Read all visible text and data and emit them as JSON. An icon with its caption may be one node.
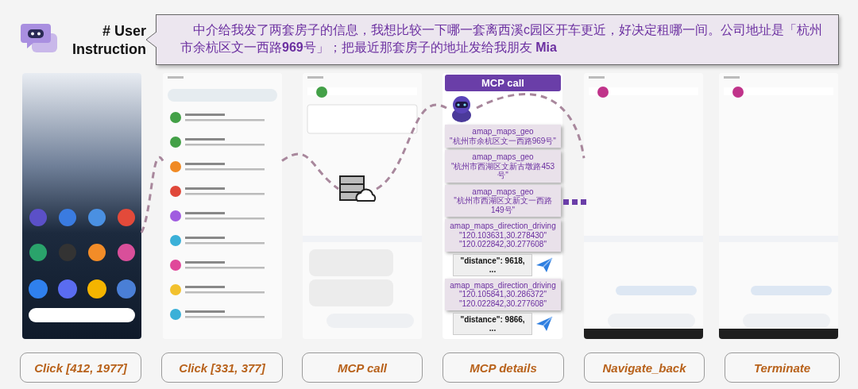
{
  "diagram": {
    "nodes": [
      {
        "text": [
          "中介给我发了两套房子的信息，我想比较一下哪一套离西溪c园区开车更近，好决定租哪一间。公司地址是「杭州市余杭区文一西路**969**号」；把最近那套房子的地址发给我朋友 **Mia**"
        ]
      },
      {
        "text": [],
        "shape": "picture"
      },
      {
        "text": [],
        "shape": "picture"
      },
      {
        "text": [],
        "shape": "picture"
      },
      {
        "text": [],
        "shape": "picture"
      },
      {
        "text": [],
        "shape": "picture"
      },
      {
        "text": [],
        "shape": "picture",
        "in": 3
      },
      {
        "text": [
          "MCP call"
        ]
      },
      {
        "text": [],
        "shape": "picture"
      },
      {
        "text": [
          "amap_maps_geo",
          "\"杭州市余杭区文一西路969号\""
        ]
      },
      {
        "text": [
          "amap_maps_geo",
          "\"杭州市西湖区文新古墩路453号\""
        ]
      },
      {
        "text": [
          "amap_maps_geo",
          "\"杭州市西湖区文新文一西路149号\""
        ]
      },
      {
        "text": [
          "amap_maps_direction_driving",
          "\"120.103631,30.278430\"",
          "\"120.022842,30.277608\""
        ]
      },
      {
        "text": [
          "\"distance\": 9618, ..."
        ]
      },
      {
        "text": [
          "amap_maps_direction_driving",
          "\"120.105841,30.286372\"",
          "\"120.022842,30.277608\""
        ]
      },
      {
        "text": [
          "\"distance\": 9866, ..."
        ]
      },
      {
        "text": [
          "Click [412, 1977]"
        ]
      },
      {
        "text": [
          "Click [331, 377]"
        ]
      },
      {
        "text": [
          "MCP call"
        ]
      },
      {
        "text": [
          "MCP details"
        ]
      },
      {
        "text": [
          "Navigate_back"
        ]
      },
      {
        "text": [
          "Terminate"
        ]
      }
    ],
    "edges": [
      {
        "from": 1,
        "to": 2,
        "arrow": "none",
        "style": "dashed"
      },
      {
        "from": 2,
        "to": 6,
        "arrow": "none",
        "style": "dashed"
      },
      {
        "from": 6,
        "to": 8,
        "arrow": "none",
        "style": "dashed"
      },
      {
        "from": 8,
        "to": 4,
        "arrow": "none",
        "style": "dashed"
      }
    ],
    "labels": [
      "# User Instruction"
    ]
  }
}
